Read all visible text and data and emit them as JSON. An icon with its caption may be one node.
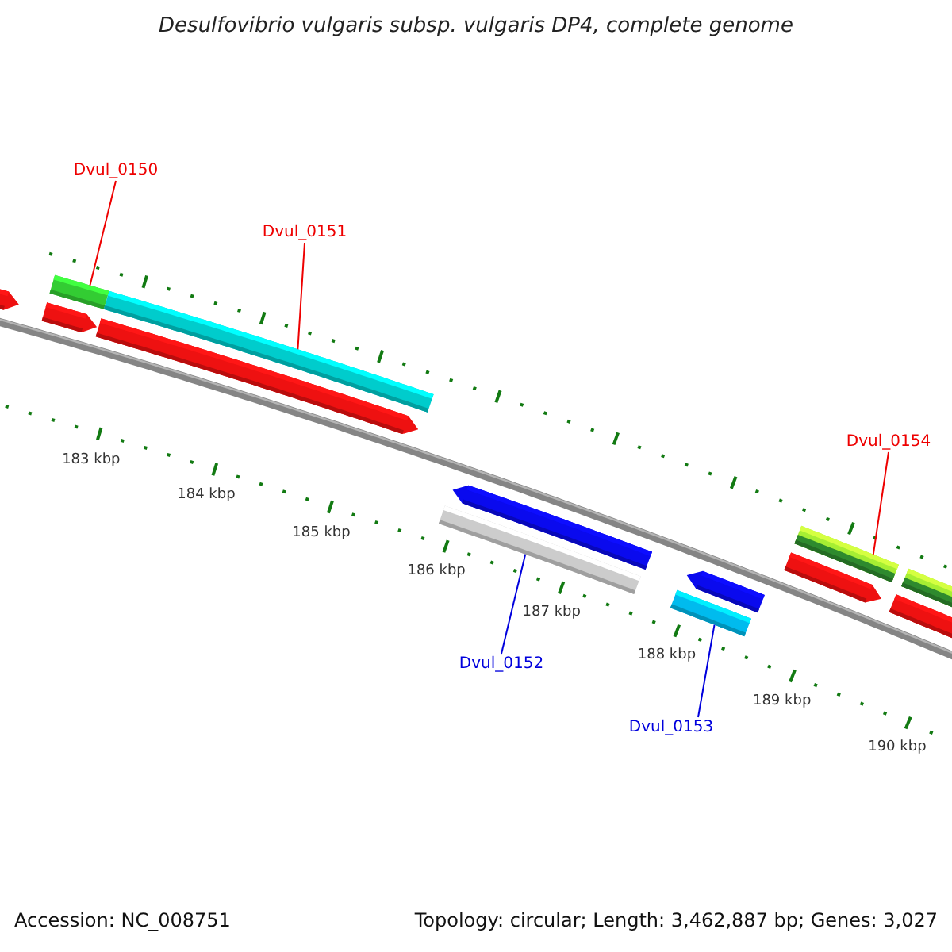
{
  "diagram": {
    "title": "Desulfovibrio vulgaris subsp. vulgaris DP4, complete genome",
    "nodes": [
      {
        "text": [
          "Dvul_0150"
        ]
      },
      {
        "text": [],
        "shape": "bar"
      },
      {
        "text": [
          "Dvul_0151"
        ]
      },
      {
        "text": [],
        "shape": "bar"
      },
      {
        "text": [
          "Dvul_0154"
        ]
      },
      {
        "text": [],
        "shape": "bar"
      },
      {
        "text": [],
        "shape": "bar"
      },
      {
        "text": [
          "Dvul_0152"
        ]
      },
      {
        "text": [],
        "shape": "bar"
      },
      {
        "text": [
          "Dvul_0153"
        ]
      }
    ],
    "edges": [
      {
        "from": 0,
        "to": 1,
        "arrow": "none"
      },
      {
        "from": 2,
        "to": 3,
        "arrow": "none"
      },
      {
        "from": 4,
        "to": 5,
        "arrow": "none"
      },
      {
        "from": 7,
        "to": 6,
        "arrow": "none",
        "color": "#0000dd"
      },
      {
        "from": 9,
        "to": 8,
        "arrow": "none",
        "color": "#0000dd"
      }
    ],
    "labels": [
      "183 kbp",
      "184 kbp",
      "185 kbp",
      "186 kbp",
      "187 kbp",
      "188 kbp",
      "189 kbp",
      "190 kbp",
      "Accession: NC_008751",
      "Topology: circular; Length: 3,462,887 bp; Genes: 3,027"
    ]
  }
}
